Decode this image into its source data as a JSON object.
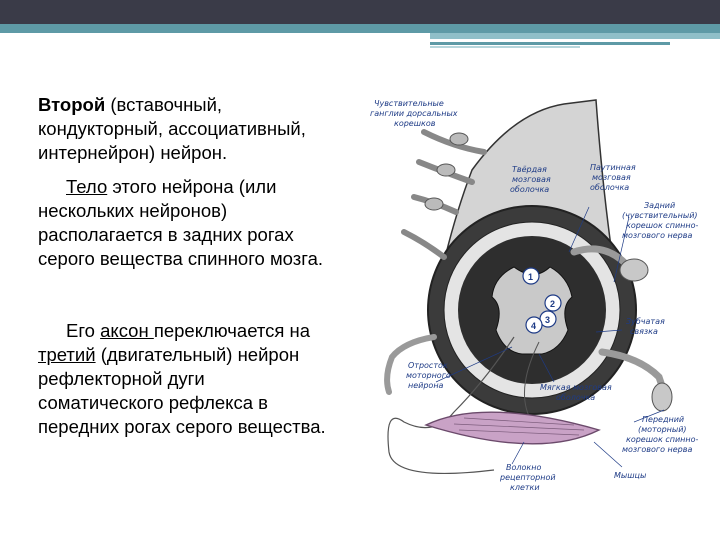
{
  "text": {
    "p1_bold": "Второй",
    "p1_rest": " (вставочный, кондукторный, ассоциативный, интернейрон) нейрон.",
    "p2_underlined": "Тело",
    "p2_rest": " этого нейрона (или нескольких нейронов) располагается в задних рогах серого вещества спинного мозга.",
    "p3_start": "Его ",
    "p3_axon": "аксон ",
    "p3_mid1": "переключается на ",
    "p3_third": "третий",
    "p3_rest": " (двигательный) нейрон рефлекторной дуги соматического рефлекса в передних рогах серого вещества."
  },
  "figure": {
    "labels": {
      "sensory_ganglia_1": "Чувствительные",
      "sensory_ganglia_2": "ганглии дорсальных",
      "sensory_ganglia_3": "корешков",
      "dura_1": "Твёрдая",
      "dura_2": "мозговая",
      "dura_3": "оболочка",
      "arachnoid_1": "Паутинная",
      "arachnoid_2": "мозговая",
      "arachnoid_3": "оболочка",
      "posterior_root_1": "Задний",
      "posterior_root_2": "(чувствительный)",
      "posterior_root_3": "корешок спинно-",
      "posterior_root_4": "мозгового нерва",
      "denticulate_1": "Зубчатая",
      "denticulate_2": "связка",
      "motor_axon_1": "Отросток",
      "motor_axon_2": "моторного",
      "motor_axon_3": "нейрона",
      "pia_1": "Мягкая мозговая",
      "pia_2": "оболочка",
      "anterior_root_1": "Передний",
      "anterior_root_2": "(моторный)",
      "anterior_root_3": "корешок спинно-",
      "anterior_root_4": "мозгового нерва",
      "receptor_fiber_1": "Волокно",
      "receptor_fiber_2": "рецепторной",
      "receptor_fiber_3": "клетки",
      "muscles": "Мышцы"
    },
    "numbers": [
      "1",
      "2",
      "3",
      "4"
    ],
    "colors": {
      "label_text": "#1e3b86",
      "muscle_fill": "#c9a2c6",
      "dura_fill": "#d4d4d4",
      "ring_fill": "#3b3b3b"
    }
  }
}
